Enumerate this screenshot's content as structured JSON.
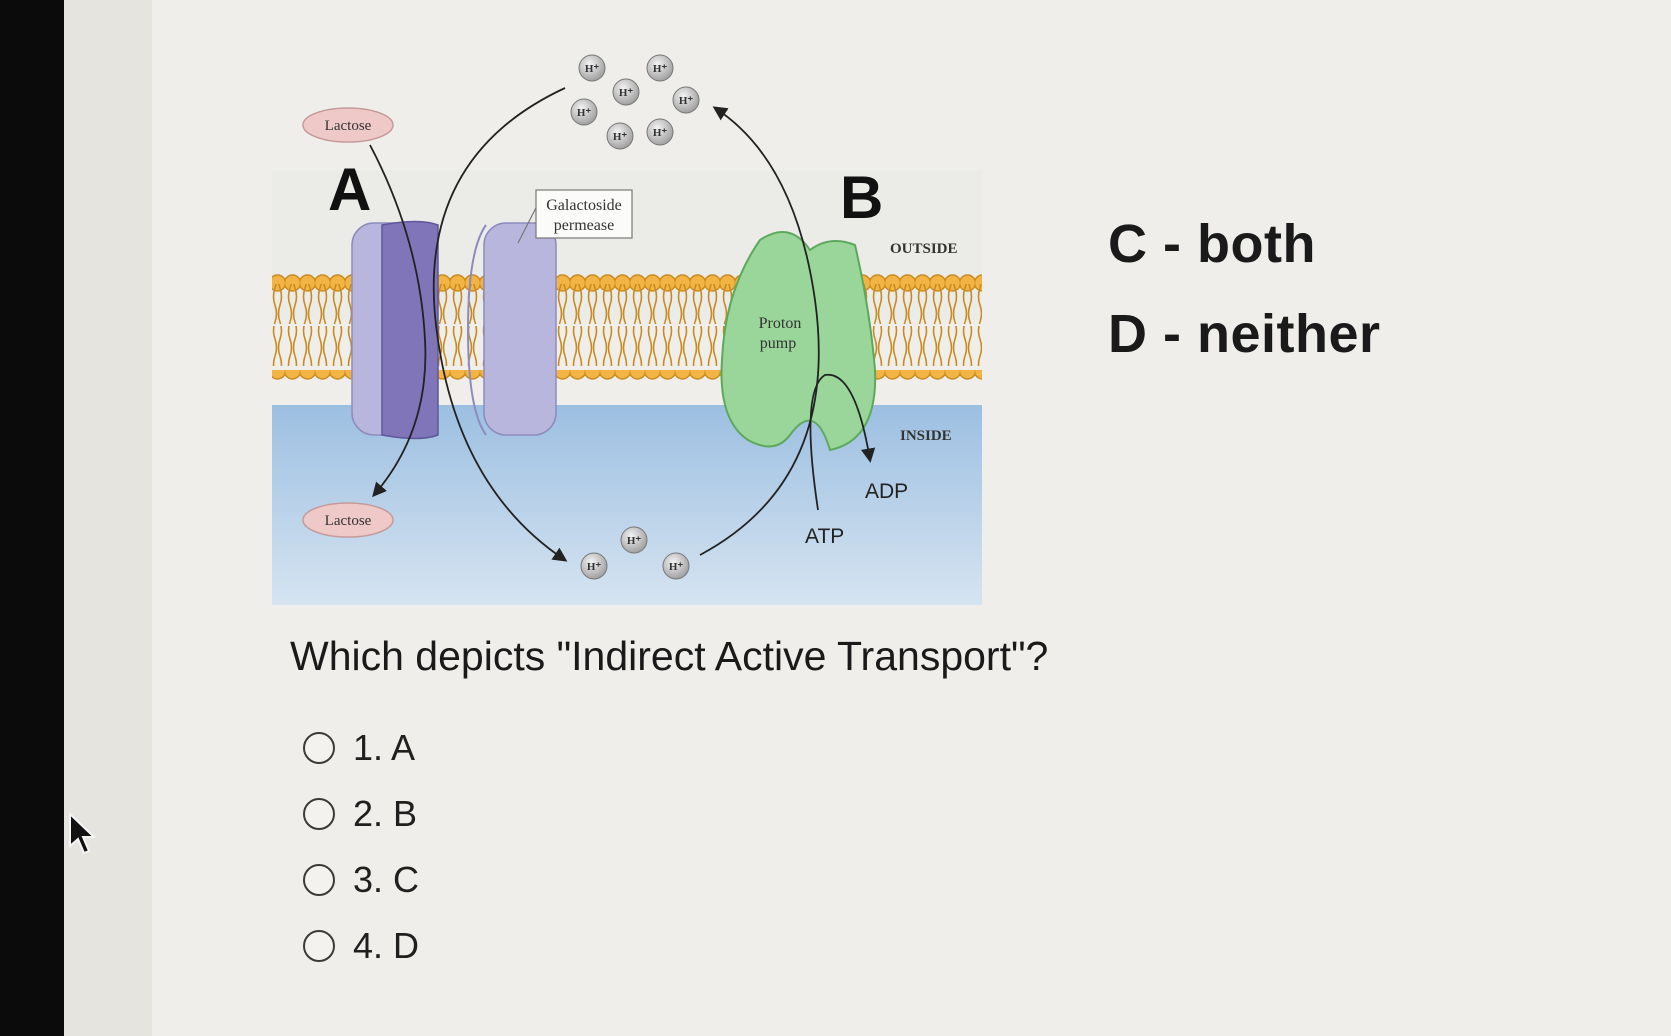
{
  "diagram": {
    "label_a": "A",
    "label_b": "B",
    "lactose_top": "Lactose",
    "lactose_bottom": "Lactose",
    "galactoside_line1": "Galactoside",
    "galactoside_line2": "permease",
    "proton_line1": "Proton",
    "proton_line2": "pump",
    "outside": "OUTSIDE",
    "inside": "INSIDE",
    "adp": "ADP",
    "atp": "ATP",
    "proton": "H⁺"
  },
  "legend": {
    "c_text": "C - both",
    "d_text": "D - neither"
  },
  "question": {
    "text": "Which depicts \"Indirect Active Transport\"?",
    "options": [
      {
        "label": "1. A",
        "selected": false
      },
      {
        "label": "2. B",
        "selected": false
      },
      {
        "label": "3. C",
        "selected": false
      },
      {
        "label": "4. D",
        "selected": false
      }
    ]
  }
}
